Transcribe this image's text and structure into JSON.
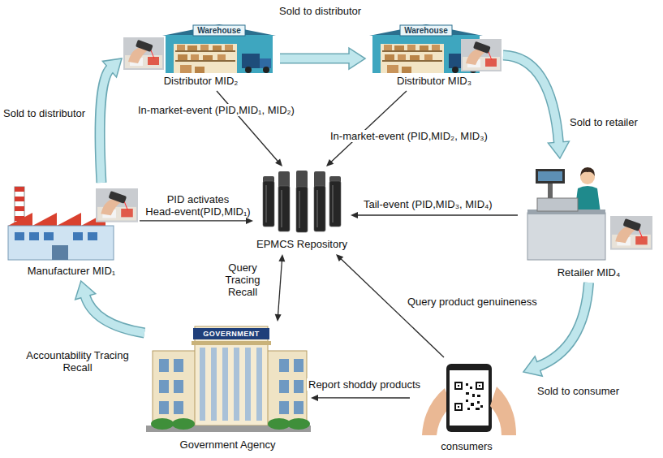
{
  "diagram": {
    "nodes": [
      {
        "text": [
          "Distributor MID₂"
        ]
      },
      {
        "text": [
          "Distributor MID₃"
        ]
      },
      {
        "text": [
          "Manufacturer MID₁"
        ]
      },
      {
        "text": [
          "EPMCS Repository"
        ]
      },
      {
        "text": [
          "Retailer MID₄"
        ]
      },
      {
        "text": [
          "Government Agency"
        ]
      },
      {
        "text": [
          "consumers"
        ]
      }
    ],
    "edges": [
      {
        "from": 2,
        "to": 0,
        "arrow": "to",
        "label": "Sold to distributor"
      },
      {
        "from": 0,
        "to": 1,
        "arrow": "to",
        "label": "Sold to distributor"
      },
      {
        "from": 1,
        "to": 4,
        "arrow": "to",
        "label": "Sold to retailer"
      },
      {
        "from": 0,
        "to": 3,
        "arrow": "to",
        "label": "In-market-event (PID,MID₁, MID₂)"
      },
      {
        "from": 1,
        "to": 3,
        "arrow": "to",
        "label": "In-market-event (PID,MID₂, MID₃)"
      },
      {
        "from": 2,
        "to": 3,
        "arrow": "to",
        "label": "PID activates Head-event(PID,MID₁)"
      },
      {
        "from": 4,
        "to": 3,
        "arrow": "to",
        "label": "Tail-event (PID,MID₃, MID₄)"
      },
      {
        "from": 3,
        "to": 5,
        "arrow": "both",
        "label": "Query Tracing Recall"
      },
      {
        "from": 6,
        "to": 3,
        "arrow": "to",
        "label": "Query product genuineness"
      },
      {
        "from": 4,
        "to": 6,
        "arrow": "to",
        "label": "Sold to consumer"
      },
      {
        "from": 5,
        "to": 2,
        "arrow": "to",
        "label": "Accountability Tracing Recall"
      },
      {
        "from": 6,
        "to": 5,
        "arrow": "to",
        "label": "Report shoddy products"
      }
    ],
    "labels": [
      "Warehouse",
      "Warehouse",
      "GOVERNMENT"
    ]
  }
}
